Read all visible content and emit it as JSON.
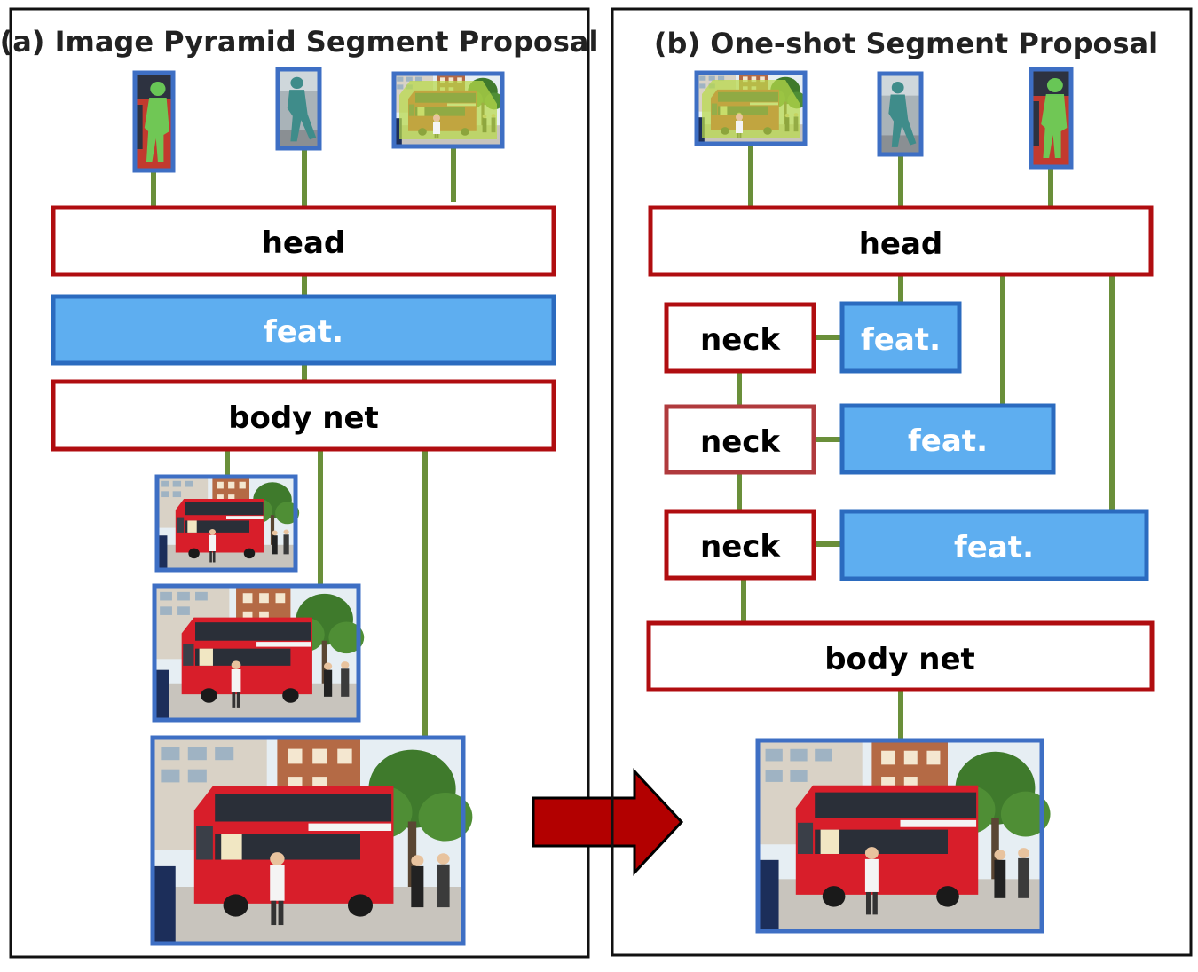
{
  "panels": {
    "a": {
      "title": "(a) Image Pyramid Segment Proposal"
    },
    "b": {
      "title": "(b) One-shot Segment Proposal"
    }
  },
  "labels": {
    "head": "head",
    "feat": "feat.",
    "body": "body net",
    "neck": "neck"
  },
  "colors": {
    "box_border": "#b00d10",
    "feat_fill": "#5eaef0",
    "feat_border": "#2b6bbf",
    "connector": "#6a8f3a",
    "arrow_fill": "#b20000",
    "image_border": "#3e6fc4",
    "bus_red": "#d81e2a",
    "mask_green": "#6ccf57",
    "mask_teal": "#3f8c8a",
    "sky": "#e6eef3",
    "pavement": "#c8c4bd"
  },
  "icons": {
    "image_thumbnail": "street-photo-icon",
    "segment_mask": "segment-mask-icon",
    "transition_arrow": "right-arrow-icon"
  }
}
